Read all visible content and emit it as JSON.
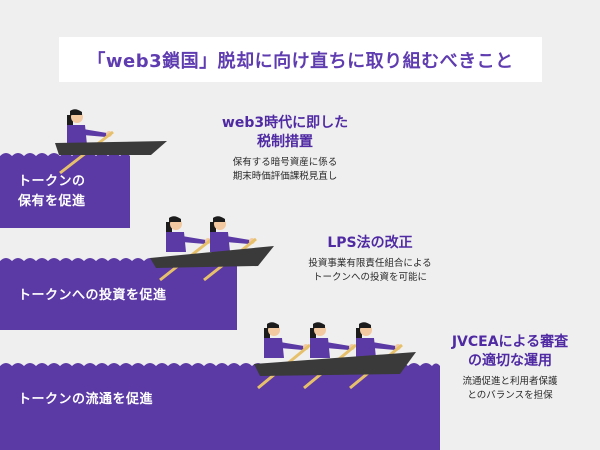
{
  "title": "「web3鎖国」脱却に向け直ちに取り組むべきこと",
  "colors": {
    "purple": "#5b3aa5",
    "title": "#5f3cb0",
    "boat": "#3a3a3a",
    "oar": "#e6c06a",
    "skin": "#f2c9a0",
    "hair": "#1c1c1c"
  },
  "bands": [
    {
      "label_lines": [
        "トークンの",
        "保有を促進"
      ]
    },
    {
      "label_lines": [
        "トークンへの投資を促進"
      ]
    },
    {
      "label_lines": [
        "トークンの流通を促進"
      ]
    }
  ],
  "measures": [
    {
      "heading_lines": [
        "web3時代に即した",
        "税制措置"
      ],
      "detail_lines": [
        "保有する暗号資産に係る",
        "期末時価評価課税見直し"
      ]
    },
    {
      "heading_lines": [
        "LPS法の改正"
      ],
      "detail_lines": [
        "投資事業有限責任組合による",
        "トークンへの投資を可能に"
      ]
    },
    {
      "heading_lines": [
        "JVCEAによる審査",
        "の適切な運用"
      ],
      "detail_lines": [
        "流通促進と利用者保護",
        "とのバランスを担保"
      ]
    }
  ]
}
